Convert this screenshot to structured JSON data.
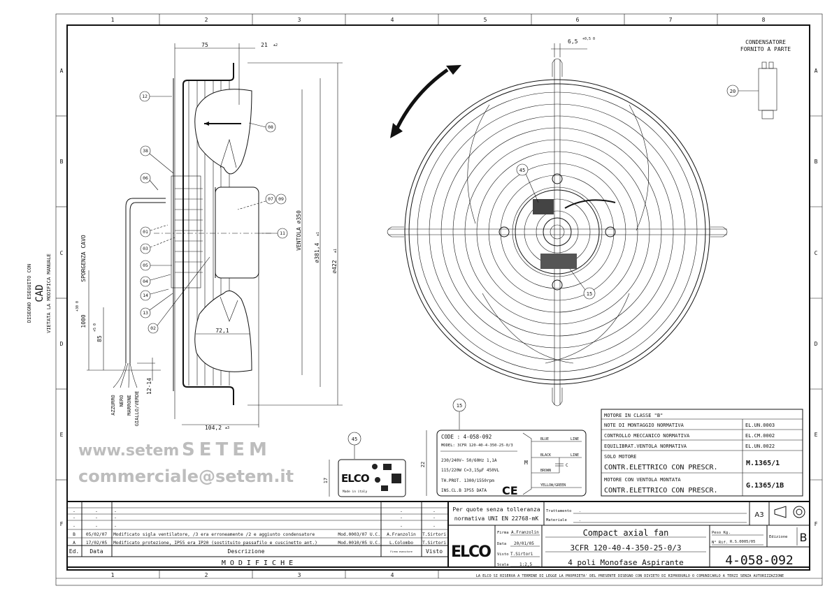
{
  "frame": {
    "columns": [
      "1",
      "2",
      "3",
      "4",
      "5",
      "6",
      "7",
      "8"
    ],
    "rows": [
      "A",
      "B",
      "C",
      "D",
      "E",
      "F"
    ],
    "left_margin": {
      "line1": "DISEGNO ESEGUITO CON",
      "line2": "CAD",
      "line3": "VIETATA LA MODIFICA MANUALE"
    },
    "copyright": "LA ELCO SI RISERVA A TERMINE DI LEGGE LA PROPRIETA' DEL PRESENTE DISEGNO CON DIVIETO DI RIPRODURLO O COMUNICARLO A TERZI SENZA AUTORIZZAZIONE"
  },
  "watermark": {
    "line1": "www.setem",
    "line2": "SETEM",
    "line3": "commerciale@setem.it"
  },
  "side_view": {
    "dims": {
      "d75": "75",
      "d21": "21",
      "d21_tol": "±2",
      "ventola": "VENTOLA ⌀350",
      "d381": "⌀381,4",
      "d381_tol": "±1",
      "d422": "⌀422",
      "d422_tol": "±1",
      "d72": "72,1",
      "d104": "104,2",
      "d104_tol": "±3",
      "d1000": "1000",
      "d1000_tol": "+30 0",
      "sporgenza": "SPORGENZA CAVO",
      "d85": "85",
      "d85_tol": "+5 0",
      "d12": "12-14"
    },
    "wires": [
      "AZZURRO",
      "NERO",
      "MARRONE",
      "GIALLO/VERDE"
    ],
    "callouts": [
      "12",
      "08",
      "38",
      "06",
      "07",
      "09",
      "01",
      "11",
      "03",
      "05",
      "04",
      "14",
      "13",
      "02"
    ]
  },
  "front_view": {
    "dim_slot": "6,5",
    "dim_slot_tol": "+0,5 0",
    "callouts": [
      "45",
      "15"
    ]
  },
  "capacitor": {
    "title1": "CONDENSATORE",
    "title2": "FORNITO A PARTE",
    "callout": "20"
  },
  "label_15": {
    "callout": "15",
    "height_dim": "22",
    "code": "CODE : 4-058-092",
    "model": "MODEL: 3CFR 120-40-4-350-25-0/3",
    "line1": "230/240V∼   50/60Hz   1,1A",
    "line2": "115/220W   C=3,15µF   450VL",
    "line3": "TH.PROT. 1300/1550rpm",
    "line4": "INS.CL.B   IP55   DATA",
    "ce": "CE",
    "motor": "M",
    "cap": "C",
    "wire_blue": "BLUE",
    "wire_black": "BLACK",
    "wire_brown": "BROWN",
    "wire_yg": "YELLOW/GREEN",
    "line_a": "LINE",
    "line_b": "LINE"
  },
  "sticker_45": {
    "callout": "45",
    "height_dim": "17",
    "brand": "ELCO",
    "made": "Made in italy"
  },
  "notes_table": {
    "header": "MOTORE IN CLASSE \"B\"",
    "rows": [
      {
        "label": "NOTE DI MONTAGGIO NORMATIVA",
        "value": "EL.UN.0003"
      },
      {
        "label": "CONTROLLO MECCANICO NORMATIVA",
        "value": "EL.CM.0002"
      },
      {
        "label": "EQUILIBRAT.VENTOLA NORMATIVA",
        "value": "EL.UN.0022"
      },
      {
        "label_small": "SOLO MOTORE",
        "label": "CONTR.ELETTRICO CON PRESCR.",
        "value": "M.1365/1"
      },
      {
        "label_small": "MOTORE CON VENTOLA MONTATA",
        "label": "CONTR.ELETTRICO CON PRESCR.",
        "value": "G.1365/1B"
      }
    ]
  },
  "modifiche": {
    "title": "M O D I F I C H E",
    "headers": {
      "ed": "Ed.",
      "data": "Data",
      "descrizione": "Descrizione",
      "firma": "Firma esecutore",
      "visto": "Visto"
    },
    "rows": [
      {
        "ed": "B",
        "data": "05/02/07",
        "descrizione": "Modificato sigla ventilatore, /3 era erroneamente /2 e aggiunto condensatore",
        "mod": "Mod.0003/07 U.C.",
        "firma": "A.Franzolin",
        "visto": "T.Sirtori"
      },
      {
        "ed": "A",
        "data": "17/02/05",
        "descrizione": "Modificato protezione, IP55 era IP20 (sostituito passafilo e cuscinetto ant.)",
        "mod": "Mod.0010/05 U.C.",
        "firma": "L.Colombo",
        "visto": "T.Sirtori"
      }
    ],
    "blank": "."
  },
  "title_block": {
    "tolerance1": "Per quote senza tolleranza",
    "tolerance2": "normativa UNI EN 22768-mK",
    "trattamento": "Trattamento",
    "trattamento_val": ".",
    "materiale": "Materiale",
    "materiale_val": ".",
    "format": "A3",
    "logo": "ELCO",
    "firma_label": "Firma",
    "firma": "A.Franzolin",
    "data_label": "Data",
    "data": "20/01/05",
    "visto_label": "Visto",
    "visto": "T.Sirtori",
    "scala_label": "Scala",
    "scala": "1:2,5",
    "title1": "Compact axial fan",
    "title2": "3CFR 120-40-4-350-25-0/3",
    "title3": "4 poli  Monofase  Aspirante",
    "peso_label": "Peso Kg",
    "peso": ".",
    "rif_label": "N° Rif.",
    "rif": "R.S.0005/05",
    "edizione_label": "Edizione",
    "edizione": "B",
    "drawing_number": "4-058-092"
  }
}
